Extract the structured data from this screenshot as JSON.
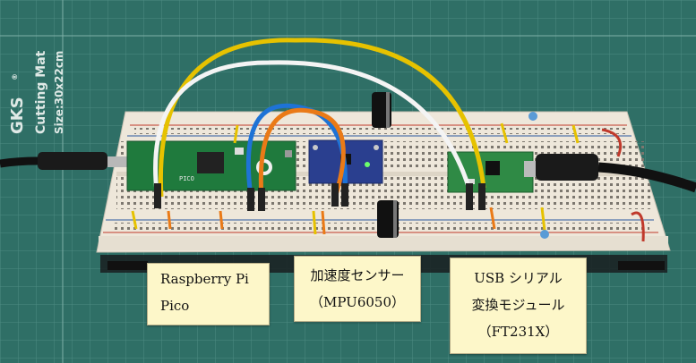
{
  "mat": {
    "brand": "GKS",
    "registered": "®",
    "product": "Cutting Mat",
    "size": "Size:30x22cm"
  },
  "board": {
    "pico_silk": "PICO"
  },
  "labels": {
    "pico": [
      "Raspberry Pi",
      "Pico"
    ],
    "accel": [
      "加速度センサー",
      "（MPU6050）"
    ],
    "usb": [
      "USB シリアル",
      "変換モジュール",
      "（FT231X）"
    ]
  },
  "colors": {
    "mat": "#2f6f66",
    "breadboard": "#eee7da",
    "pico_board": "#1f7a3d",
    "mpu_board": "#2a3f8f",
    "ft_board": "#2f8a45",
    "label_bg": "#fdf7c9"
  }
}
